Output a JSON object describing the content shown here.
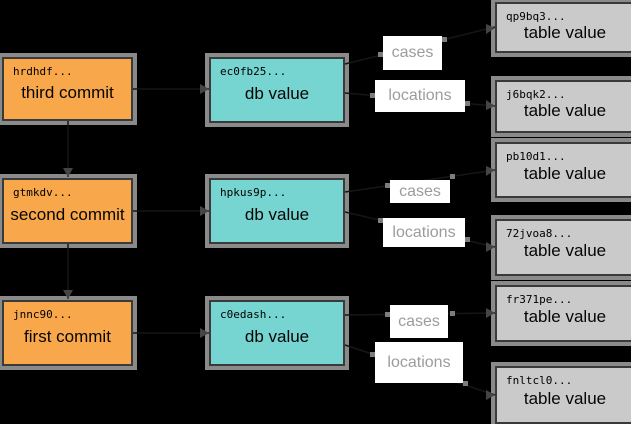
{
  "colors": {
    "background": "#000000",
    "commit": "#f9a74b",
    "db": "#77d5d1",
    "table": "#cacaca",
    "frame": "#8a8a8a",
    "border": "#3a3a3a",
    "label_text": "#9c9c9c"
  },
  "commits": [
    {
      "hash": "hrdhdf...",
      "label": "third commit"
    },
    {
      "hash": "gtmkdv...",
      "label": "second commit"
    },
    {
      "hash": "jnnc90...",
      "label": "first commit"
    }
  ],
  "db_values": [
    {
      "hash": "ec0fb25...",
      "label": "db value"
    },
    {
      "hash": "hpkus9p...",
      "label": "db value"
    },
    {
      "hash": "c0edash...",
      "label": "db value"
    }
  ],
  "table_values": [
    {
      "hash": "qp9bq3...",
      "label": "table value"
    },
    {
      "hash": "j6bqk2...",
      "label": "table value"
    },
    {
      "hash": "pb10d1...",
      "label": "table value"
    },
    {
      "hash": "72jvoa8...",
      "label": "table value"
    },
    {
      "hash": "fr371pe...",
      "label": "table value"
    },
    {
      "hash": "fnltcl0...",
      "label": "table value"
    }
  ],
  "edge_labels": [
    {
      "label": "cases"
    },
    {
      "label": "locations"
    },
    {
      "label": "cases"
    },
    {
      "label": "locations"
    },
    {
      "label": "cases"
    },
    {
      "label": "locations"
    }
  ]
}
